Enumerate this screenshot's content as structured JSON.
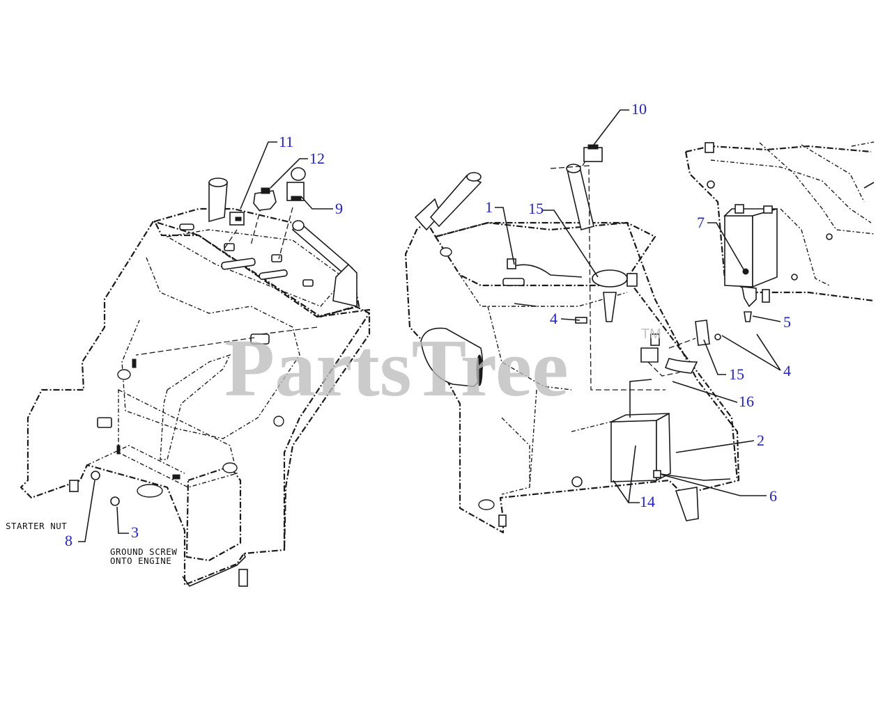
{
  "watermark": {
    "text": "PartsTree",
    "trademark": "TM"
  },
  "notes": {
    "starter_nut": "STARTER NUT",
    "ground_screw_line1": "GROUND SCREW",
    "ground_screw_line2": "ONTO ENGINE"
  },
  "callouts": {
    "c1": "1",
    "c2": "2",
    "c3": "3",
    "c4a": "4",
    "c4b": "4",
    "c5": "5",
    "c6": "6",
    "c7": "7",
    "c8": "8",
    "c9": "9",
    "c10": "10",
    "c11": "11",
    "c12": "12",
    "c14": "14",
    "c15a": "15",
    "c15b": "15",
    "c16": "16"
  }
}
